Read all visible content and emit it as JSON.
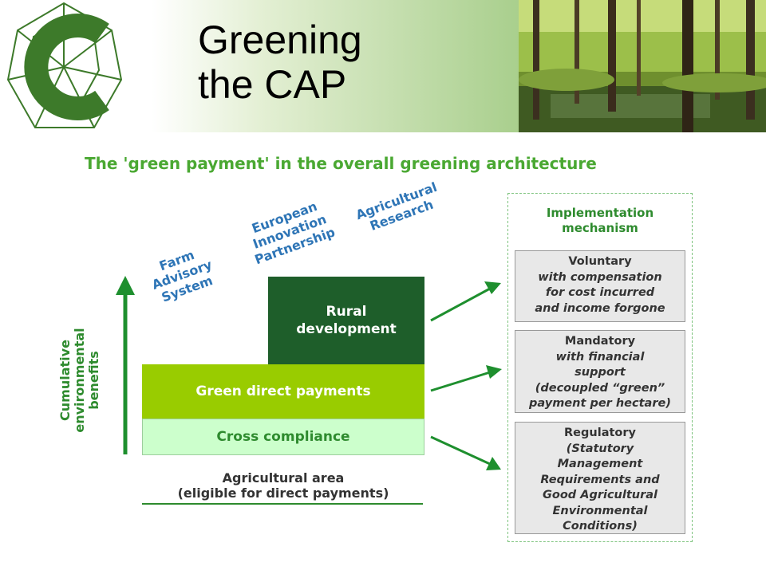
{
  "header": {
    "title_line1": "Greening",
    "title_line2": "the CAP"
  },
  "colors": {
    "logo_green": "#3d7a2a",
    "dark_green": "#1e5e2a",
    "lime": "#99cc00",
    "pale_green": "#ccffcc",
    "label_blue": "#2e75b6",
    "text_green": "#4aa832"
  },
  "diagram": {
    "title": "The 'green payment' in the overall greening architecture",
    "top_labels": {
      "farm_advisory": [
        "Farm",
        "Advisory",
        "System"
      ],
      "eip": [
        "European",
        "Innovation",
        "Partnership"
      ],
      "research": [
        "Agricultural",
        "Research"
      ]
    },
    "y_label": [
      "Cumulative",
      "environmental",
      "benefits"
    ],
    "blocks": {
      "rural": [
        "Rural",
        "development"
      ],
      "green": "Green direct payments",
      "cross": "Cross compliance"
    },
    "area": [
      "Agricultural area",
      "(eligible for direct payments)"
    ],
    "implementation": {
      "title": [
        "Implementation",
        "mechanism"
      ],
      "voluntary": {
        "head": "Voluntary",
        "lines": [
          "with compensation",
          "for cost incurred",
          "and income forgone"
        ]
      },
      "mandatory": {
        "head": "Mandatory",
        "lines": [
          "with financial",
          "support",
          "(decoupled “green”",
          "payment per hectare)"
        ]
      },
      "regulatory": {
        "head": "Regulatory",
        "lines": [
          "(Statutory",
          "Management",
          "Requirements and",
          "Good Agricultural",
          "Environmental",
          "Conditions)"
        ]
      }
    }
  }
}
